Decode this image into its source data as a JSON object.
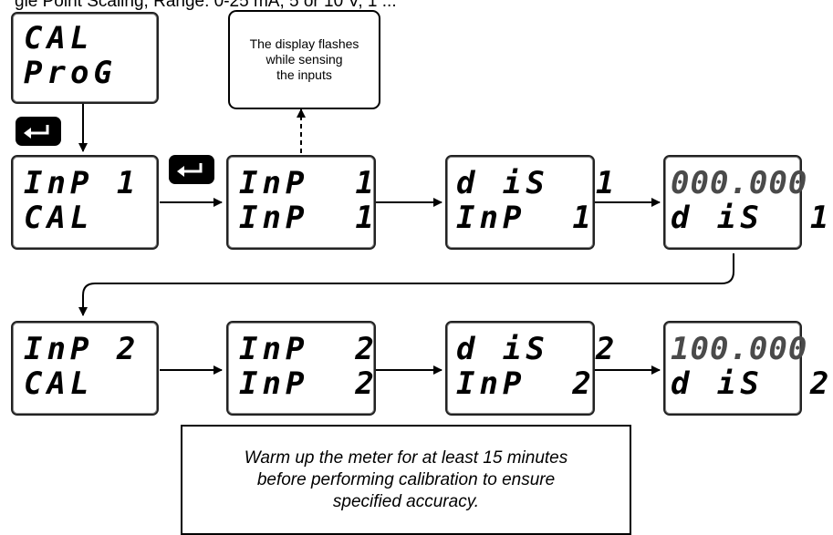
{
  "header": {
    "title": "gle Point Scaling, Range: 0-25 mA, 5 or 10 V, 1 ..."
  },
  "note": {
    "line1": "The display flashes",
    "line2": "while sensing",
    "line3": "the inputs"
  },
  "displays": {
    "cal_prog": {
      "line1": "CAL",
      "line2": "ProG"
    },
    "inp1_cal": {
      "line1": "InP 1",
      "line2": "CAL"
    },
    "inp1_inp1": {
      "line1": "InP  1",
      "line2": "InP  1"
    },
    "dis1_inp1": {
      "line1": "d iS  1",
      "line2": "InP  1"
    },
    "val1_dis1": {
      "line1": "000.000",
      "line2": "d iS  1"
    },
    "inp2_cal": {
      "line1": "InP 2",
      "line2": "CAL"
    },
    "inp2_inp2": {
      "line1": "InP  2",
      "line2": "InP  2"
    },
    "dis2_inp2": {
      "line1": "d iS  2",
      "line2": "InP  2"
    },
    "val2_dis2": {
      "line1": "100.000",
      "line2": "d iS  2"
    }
  },
  "warning": {
    "line1": "Warm up the meter for at least 15 minutes",
    "line2": "before performing calibration to ensure",
    "line3": "specified accuracy."
  },
  "icons": {
    "enter": "enter-key-icon"
  }
}
